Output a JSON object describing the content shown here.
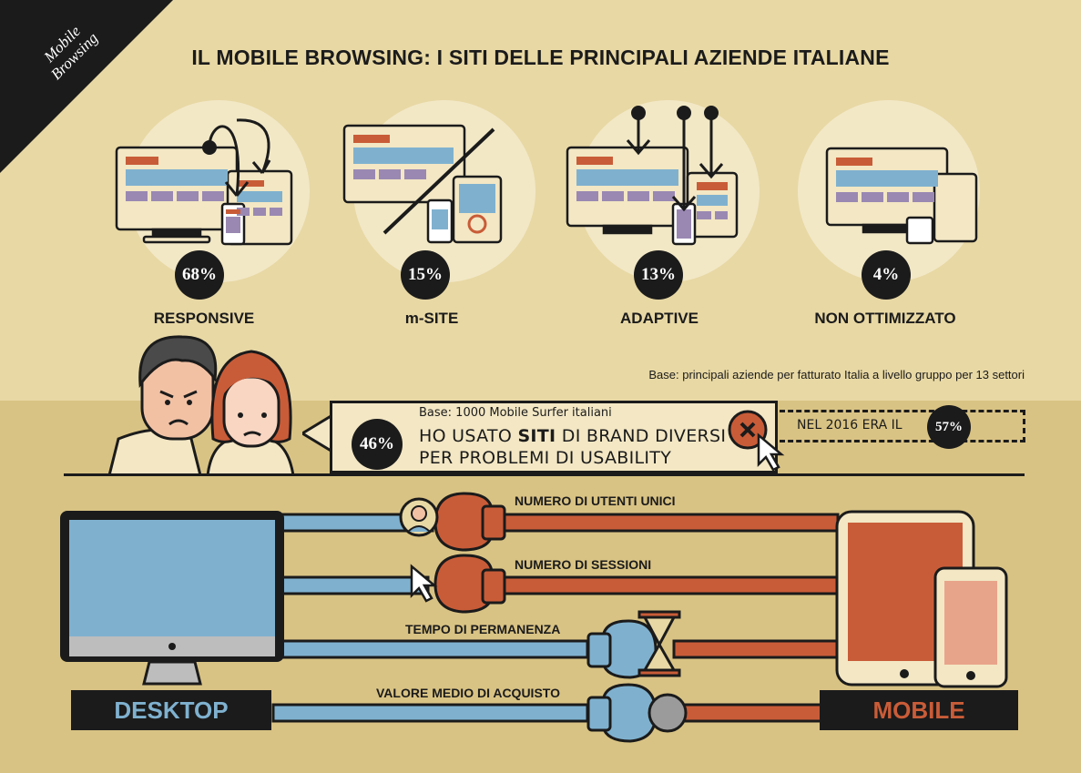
{
  "corner": {
    "line1": "Mobile",
    "line2": "Browsing"
  },
  "title": "IL MOBILE BROWSING: I SITI DELLE PRINCIPALI AZIENDE ITALIANE",
  "categories": [
    {
      "percent": "68%",
      "label": "RESPONSIVE",
      "icon": "responsive-devices-icon"
    },
    {
      "percent": "15%",
      "label": "m-SITE",
      "icon": "m-site-devices-icon"
    },
    {
      "percent": "13%",
      "label": "ADAPTIVE",
      "icon": "adaptive-devices-icon"
    },
    {
      "percent": "4%",
      "label": "NON OTTIMIZZATO",
      "icon": "non-optimized-devices-icon"
    }
  ],
  "base_note": "Base: principali aziende per fatturato Italia a livello gruppo per 13 settori",
  "survey": {
    "percent": "46%",
    "base": "Base: 1000 Mobile Surfer italiani",
    "line1_pre": "HO USATO ",
    "line1_bold": "SITI",
    "line1_post": " DI BRAND DIVERSI",
    "line2": "PER PROBLEMI DI USABILITY",
    "previous_text": "NEL 2016 ERA IL",
    "previous_percent": "57%"
  },
  "comparison": {
    "desktop_label": "DESKTOP",
    "mobile_label": "MOBILE",
    "metrics": [
      {
        "label": "NUMERO DI UTENTI UNICI",
        "winner": "mobile"
      },
      {
        "label": "NUMERO DI SESSIONI",
        "winner": "mobile"
      },
      {
        "label": "TEMPO DI PERMANENZA",
        "winner": "desktop"
      },
      {
        "label": "VALORE MEDIO DI ACQUISTO",
        "winner": "desktop"
      }
    ]
  },
  "colors": {
    "blue": "#7fb1cf",
    "orange": "#c95c38",
    "dark": "#1b1b1b",
    "cream": "#f3e7c4"
  }
}
